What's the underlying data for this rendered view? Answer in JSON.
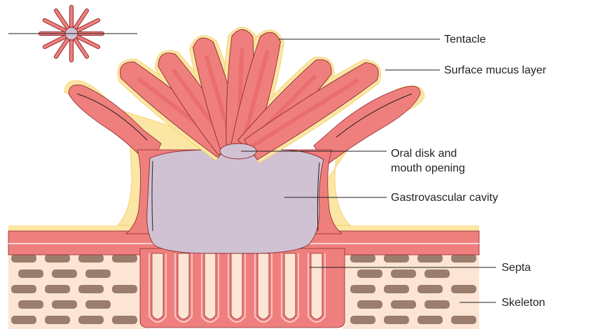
{
  "colors": {
    "tissue_fill": "#ef7f7d",
    "tissue_deep": "#ea6668",
    "tissue_outline": "#8c2a2e",
    "inner_line": "#fdf1f1",
    "mucus": "#fbe6a4",
    "mucus_edge": "#f6d272",
    "cavity": "#d0c2d2",
    "skeleton_bg": "#fce5d4",
    "skeleton_block": "#8a6b5b"
  },
  "labels": {
    "tentacle": "Tentacle",
    "mucus": "Surface mucus layer",
    "oral_line1": "Oral disk and",
    "oral_line2": "mouth opening",
    "cavity": "Gastrovascular cavity",
    "septa": "Septa",
    "skeleton": "Skeleton"
  }
}
